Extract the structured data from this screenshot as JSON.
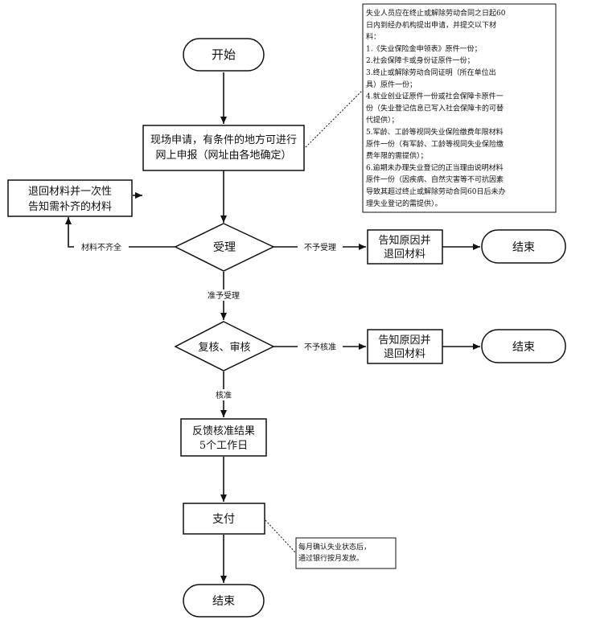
{
  "start": "开始",
  "apply": {
    "line1": "现场申请，有条件的地方可进行",
    "line2": "网上申报（网址由各地确定）"
  },
  "return_materials": {
    "line1": "退回材料并一次性",
    "line2": "告知需补齐的材料"
  },
  "accept": "受理",
  "review": "复核、审核",
  "notify_reject_1": {
    "line1": "告知原因并",
    "line2": "退回材料"
  },
  "notify_reject_2": {
    "line1": "告知原因并",
    "line2": "退回材料"
  },
  "end_1": "结束",
  "end_2": "结束",
  "end_3": "结束",
  "feedback": {
    "line1": "反馈核准结果",
    "line2": "5个工作日"
  },
  "payment": "支付",
  "labels": {
    "incomplete": "材料不齐全",
    "not_accept": "不予受理",
    "accepted": "准予受理",
    "not_approve": "不予核准",
    "approved": "核准"
  },
  "note_top": [
    "失业人员应在终止或解除劳动合同之日起60",
    "日内到经办机构提出申请，并提交以下材",
    "料：",
    "1.《失业保险金申领表》原件一份；",
    "2.社会保障卡或身份证原件一份；",
    "3.终止或解除劳动合同证明（所在单位出",
    "具）原件一份；",
    "4.就业创业证原件一份或社会保障卡原件一",
    "份（失业登记信息已写入社会保障卡的可替",
    "代提供）；",
    "5.军龄、工龄等视同失业保险缴费年限材料",
    "原件一份（有军龄、工龄等视同失业保险缴",
    "费年限的需提供）；",
    "6.逾期未办理失业登记的正当理由说明材料",
    "原件一份（因疾病、自然灾害等不可抗因素",
    "导致其超过终止或解除劳动合同60日后未办",
    "理失业登记的需提供）。"
  ],
  "note_bottom": [
    "每月确认失业状态后，",
    "通过银行按月发放。"
  ]
}
